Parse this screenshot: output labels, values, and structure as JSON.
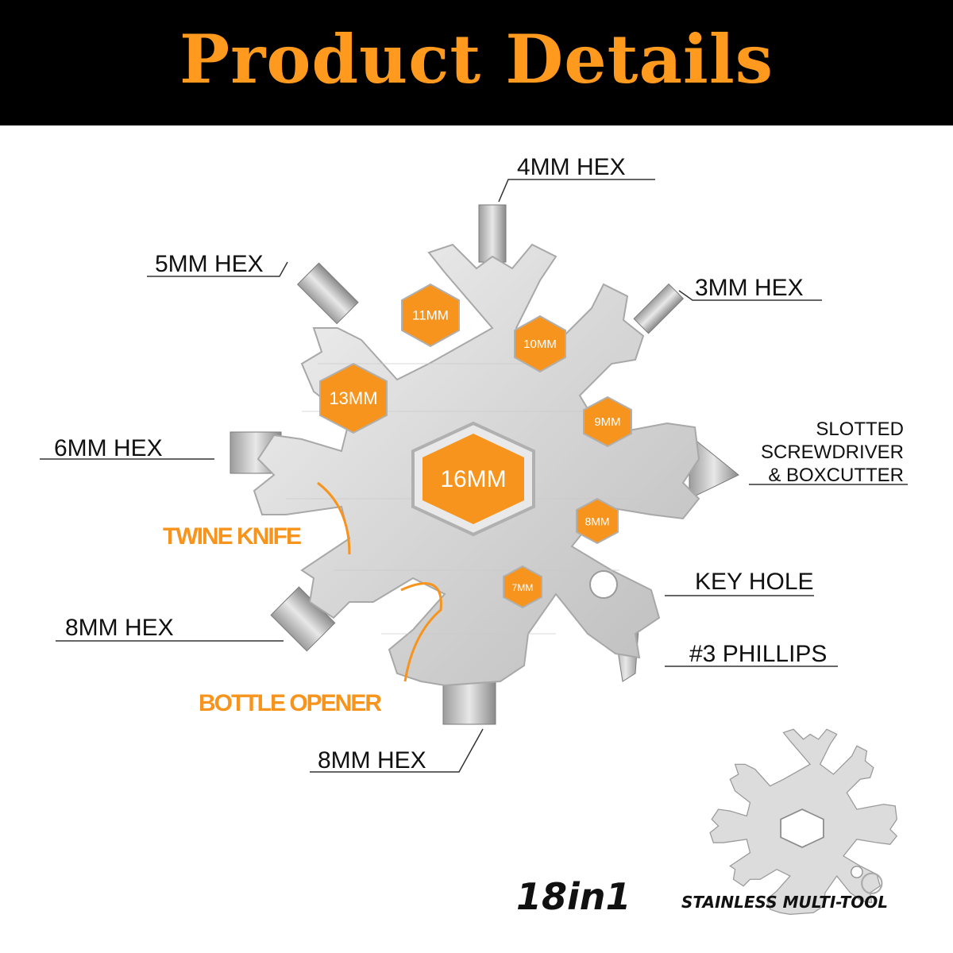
{
  "header": {
    "title": "Product Details",
    "title_color": "#ff9a1f"
  },
  "labels": {
    "hex_4mm": "4MM HEX",
    "hex_5mm": "5MM HEX",
    "hex_3mm": "3MM HEX",
    "hex_6mm": "6MM HEX",
    "slotted_line1": "SLOTTED",
    "slotted_line2": "SCREWDRIVER",
    "slotted_line3": "& BOXCUTTER",
    "twine_knife": "TWINE KNIFE",
    "key_hole": "KEY HOLE",
    "hex_8mm_left": "8MM HEX",
    "phillips": "#3 PHILLIPS",
    "bottle_opener": "BOTTLE OPENER",
    "hex_8mm_bottom": "8MM HEX"
  },
  "wrench_sizes": {
    "s16": "16MM",
    "s13": "13MM",
    "s11": "11MM",
    "s10": "10MM",
    "s9": "9MM",
    "s8": "8MM",
    "s7": "7MM"
  },
  "footer": {
    "count": "18in1",
    "subtitle": "STAINLESS MULTI-TOOL"
  },
  "colors": {
    "orange": "#f7941d",
    "steel": "#d9d9d9",
    "steel_dark": "#8f8f8f",
    "text": "#111111"
  }
}
